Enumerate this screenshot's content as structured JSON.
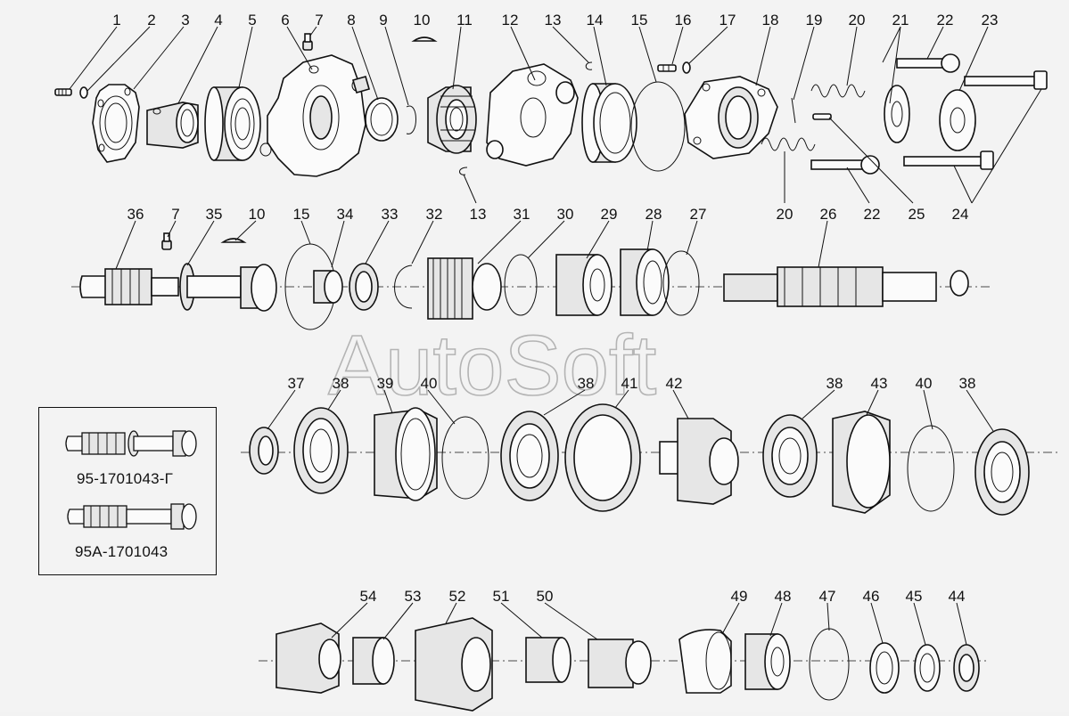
{
  "watermark": "AutoSoft",
  "part_numbers": {
    "row1_top": [
      "1",
      "2",
      "3",
      "4",
      "5",
      "6",
      "7",
      "8",
      "9",
      "10",
      "11",
      "12",
      "13",
      "14",
      "15",
      "16",
      "17",
      "18",
      "19",
      "20",
      "21",
      "22",
      "23"
    ],
    "row1_bottom": [
      "13",
      "20",
      "22",
      "25",
      "24"
    ],
    "row2": [
      "36",
      "7",
      "35",
      "10",
      "15",
      "34",
      "33",
      "32",
      "31",
      "30",
      "29",
      "28",
      "27",
      "26"
    ],
    "row3": [
      "37",
      "38",
      "39",
      "40",
      "38",
      "41",
      "42",
      "38",
      "43",
      "40",
      "38"
    ],
    "row4": [
      "54",
      "53",
      "52",
      "51",
      "50",
      "49",
      "48",
      "47",
      "46",
      "45",
      "44"
    ]
  },
  "inset": {
    "variant_a": "95-1701043-Г",
    "variant_b": "95А-1701043"
  }
}
